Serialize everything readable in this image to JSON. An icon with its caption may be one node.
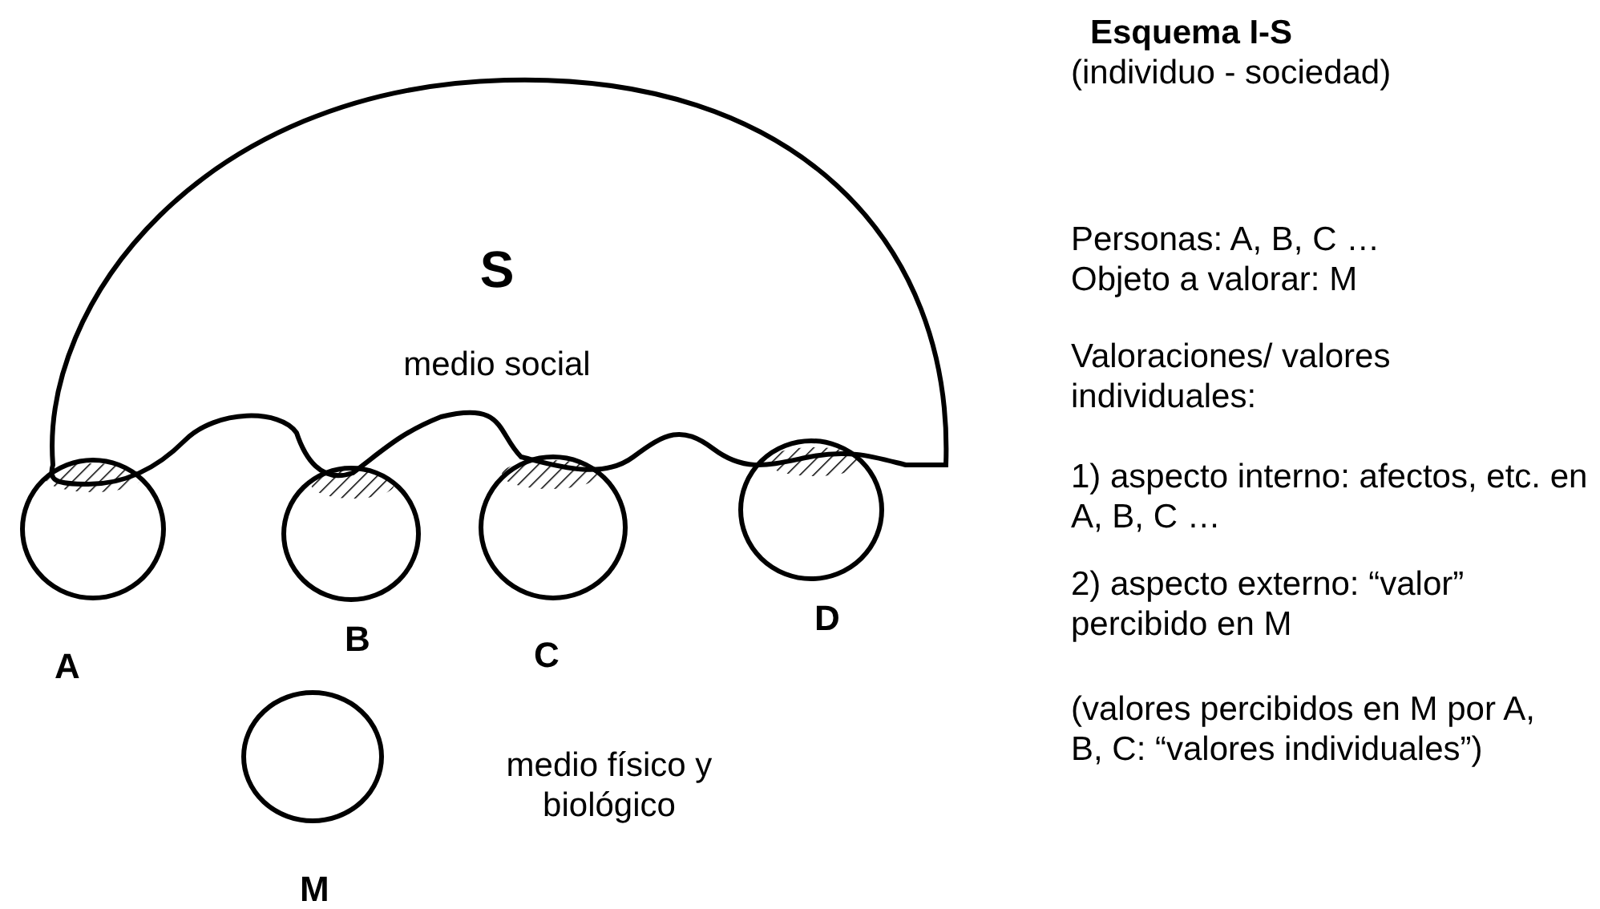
{
  "diagram": {
    "title": "Esquema I-S",
    "nodes": [
      {
        "text": [
          "S",
          "medio social"
        ]
      },
      {
        "text": [],
        "shape": "circle",
        "beside": [
          "A"
        ]
      },
      {
        "text": [],
        "shape": "circle",
        "beside": [
          "B"
        ]
      },
      {
        "text": [],
        "shape": "circle",
        "beside": [
          "C"
        ]
      },
      {
        "text": [],
        "shape": "circle",
        "beside": [
          "D"
        ]
      },
      {
        "text": [],
        "shape": "circle",
        "beside": [
          "M"
        ]
      }
    ],
    "labels": [
      "(individuo - sociedad)",
      "Personas: A, B, C …",
      "Objeto a valorar: M",
      "Valoraciones/ valores individuales:",
      "1) aspecto interno: afectos, etc. en A, B, C …",
      "2) aspecto externo: “valor” percibido en M",
      "(valores percibidos en M por  A, B, C: “valores individuales”)",
      "medio físico y biológico"
    ]
  }
}
